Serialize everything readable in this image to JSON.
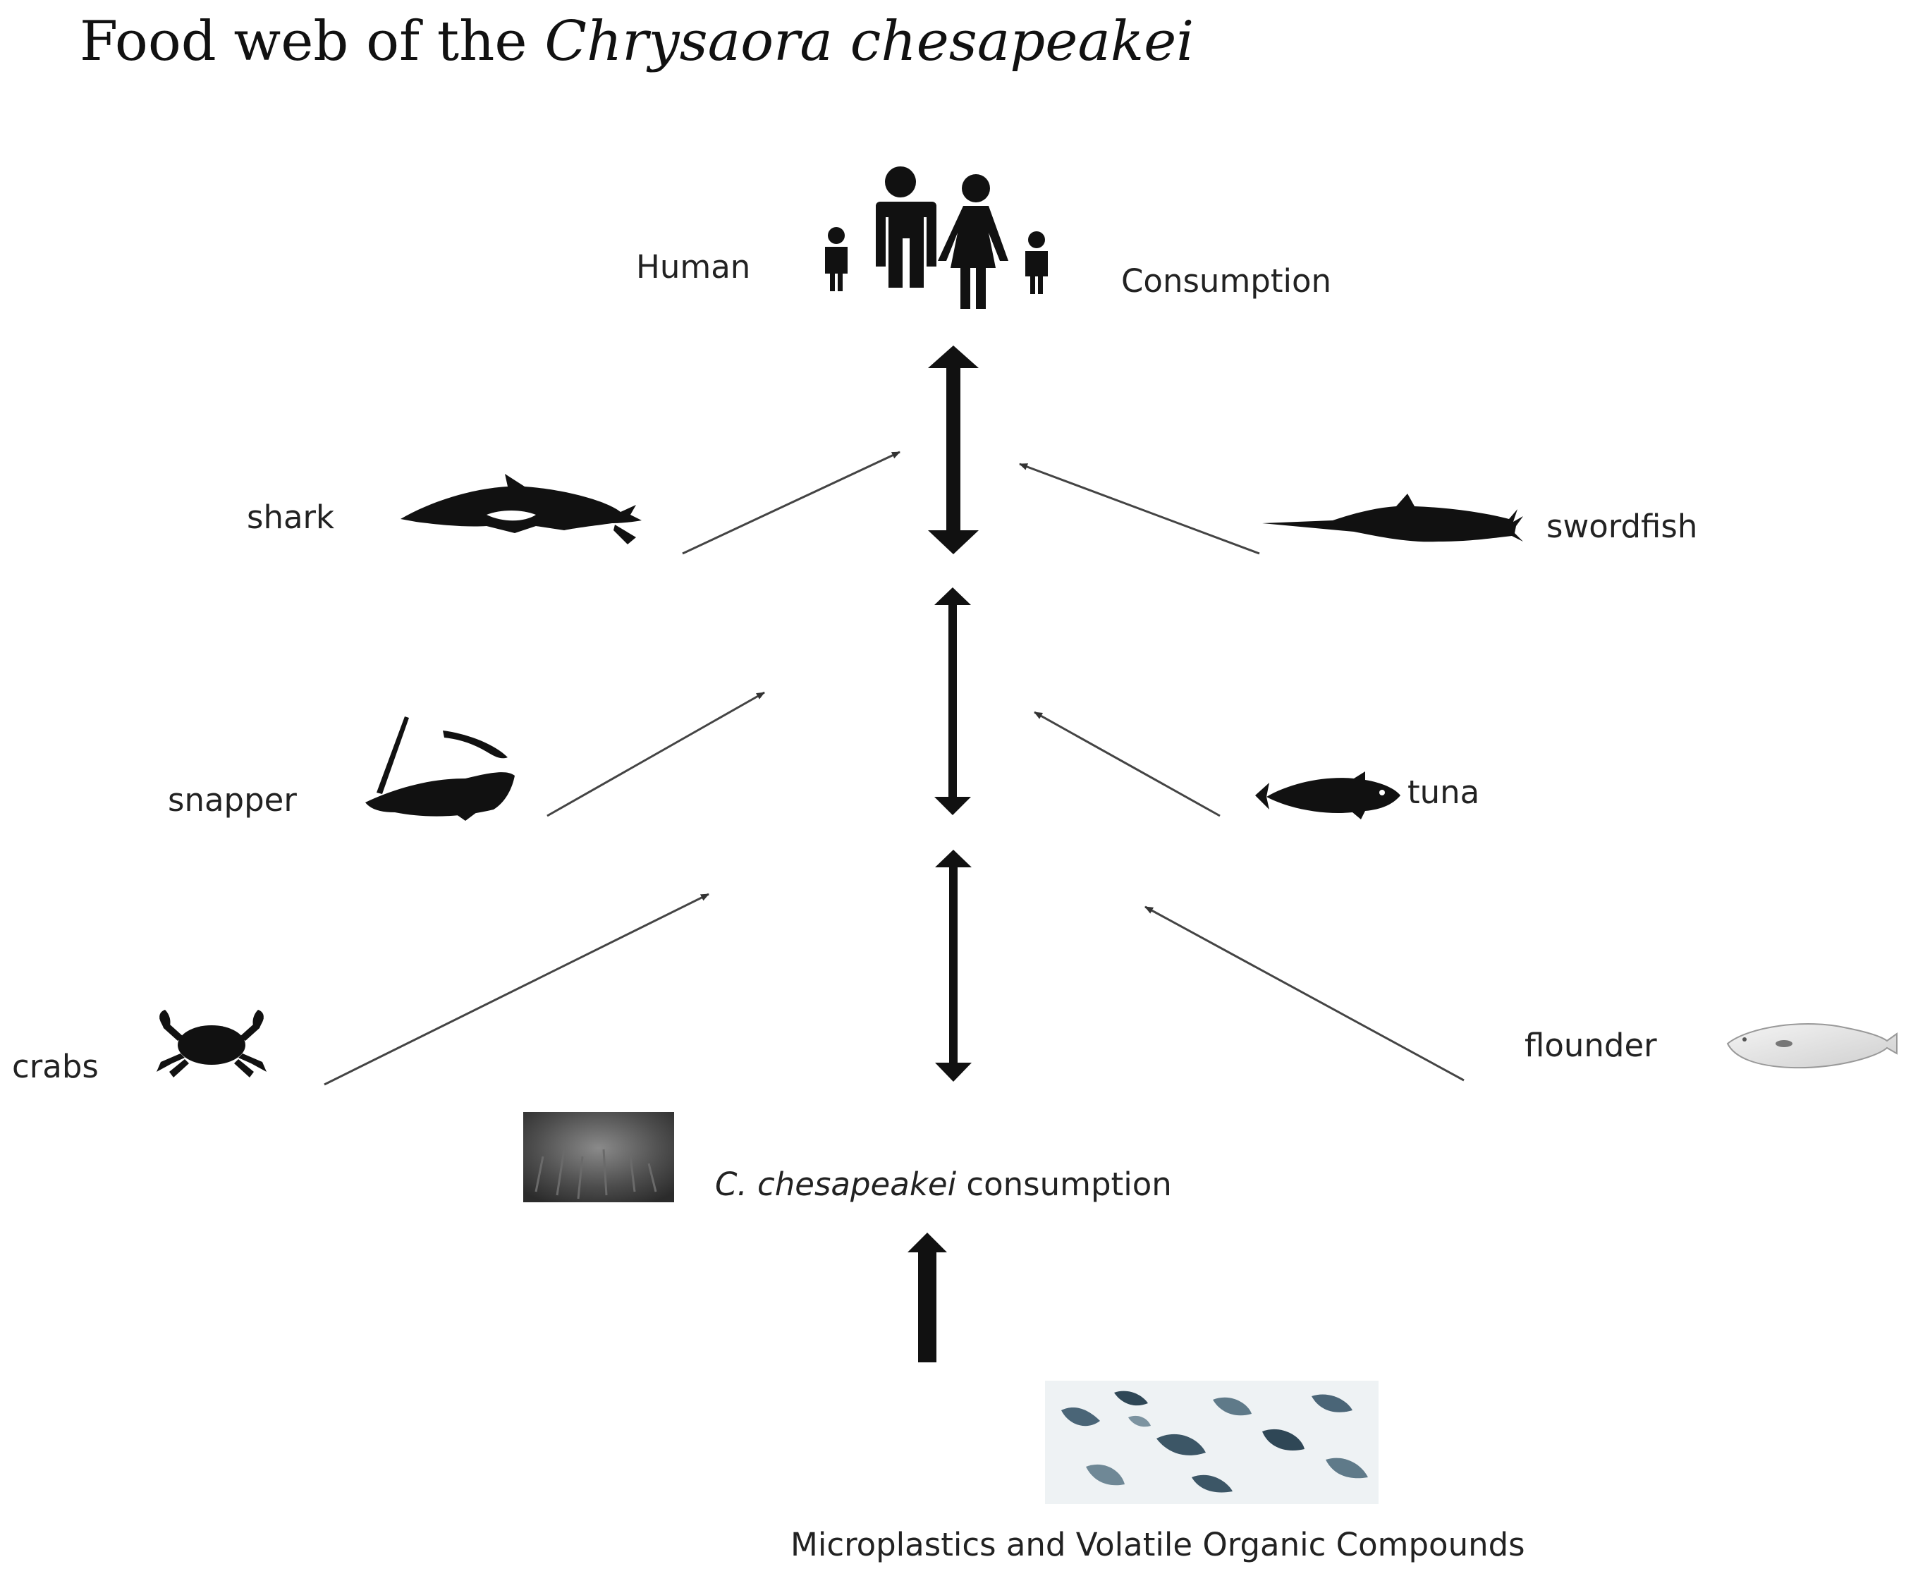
{
  "title": {
    "main": "Food web of the",
    "species": "Chrysaora chesapeakei"
  },
  "labels": {
    "human": "Human",
    "consumption": "Consumption",
    "shark": "shark",
    "swordfish": "swordfish",
    "snapper": "snapper",
    "tuna": "tuna",
    "crabs": "crabs",
    "flounder": "flounder",
    "chesapeakei_species": "C. chesapeakei",
    "chesapeakei_consumption": "consumption",
    "pollutants": "Microplastics and Volatile Organic Compounds"
  },
  "icons": [
    "people-icon",
    "shark-icon",
    "swordfish-icon",
    "snapper-icon",
    "tuna-icon",
    "crab-icon",
    "flounder-icon",
    "jellyfish-photo",
    "microplastics-photo"
  ],
  "colors": {
    "ink": "#111111",
    "thin_arrow": "#444444",
    "photo_dark": "#4a4a4a",
    "photo_blue": "#4a6577"
  }
}
